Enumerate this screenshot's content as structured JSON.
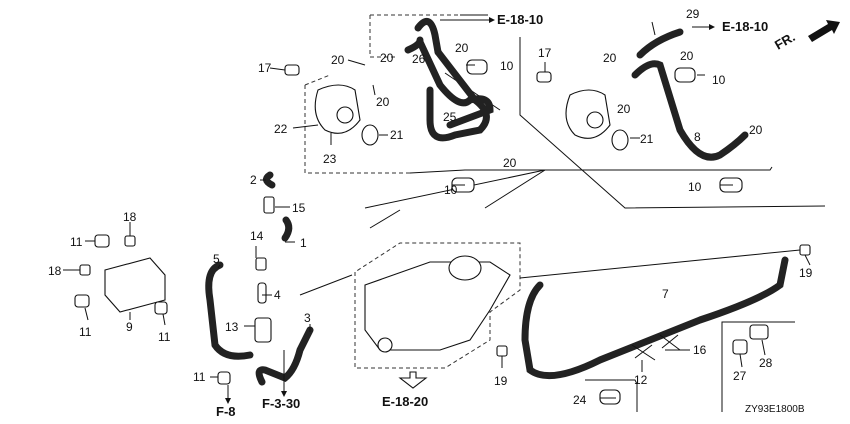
{
  "diagram": {
    "title": "Fuel pump / vapor separator parts diagram",
    "code": "ZY93E1800B",
    "direction_label": "FR.",
    "references": [
      "E-18-10",
      "E-18-10",
      "E-18-20",
      "F-8",
      "F-3-30"
    ],
    "callouts": [
      "1",
      "2",
      "3",
      "4",
      "5",
      "7",
      "8",
      "9",
      "10",
      "10",
      "10",
      "10",
      "11",
      "11",
      "11",
      "11",
      "12",
      "13",
      "14",
      "15",
      "16",
      "17",
      "17",
      "18",
      "18",
      "19",
      "19",
      "20",
      "20",
      "20",
      "20",
      "20",
      "20",
      "20",
      "20",
      "20",
      "21",
      "21",
      "22",
      "23",
      "24",
      "25",
      "26",
      "27",
      "28",
      "29"
    ]
  }
}
